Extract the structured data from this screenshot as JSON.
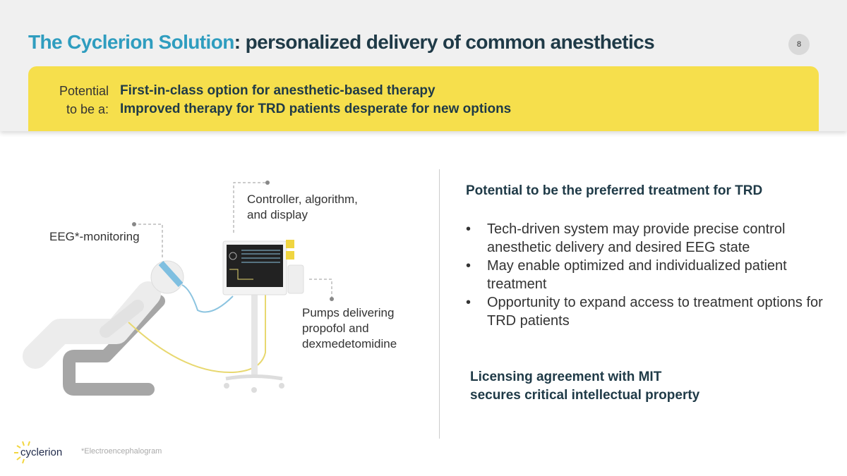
{
  "header": {
    "title_highlight": "The Cyclerion Solution",
    "title_rest": ": personalized delivery of common anesthetics",
    "page_number": "8"
  },
  "band": {
    "potential_label_1": "Potential",
    "potential_label_2": "to be a:",
    "claims": [
      "First-in-class option for anesthetic-based therapy",
      "Improved therapy for TRD patients desperate for new options"
    ]
  },
  "diagram": {
    "controller_1": "Controller, algorithm,",
    "controller_2": "and display",
    "eeg": "EEG*-monitoring",
    "pumps_1": "Pumps delivering",
    "pumps_2": "propofol and",
    "pumps_3": "dexmedetomidine"
  },
  "right": {
    "heading": "Potential to be the preferred treatment for TRD",
    "bullets": [
      "Tech-driven system may provide precise control anesthetic delivery and desired EEG state",
      "May enable optimized and individualized patient treatment",
      "Opportunity to expand access to treatment options for TRD patients"
    ],
    "licensing_1": "Licensing agreement with MIT",
    "licensing_2": "secures critical intellectual property"
  },
  "footer": {
    "logo_text": "cyclerion",
    "footnote": "*Electroencephalogram"
  },
  "colors": {
    "accent": "#2f9dbf",
    "dark": "#1f3a47",
    "yellow": "#f6df4c"
  }
}
